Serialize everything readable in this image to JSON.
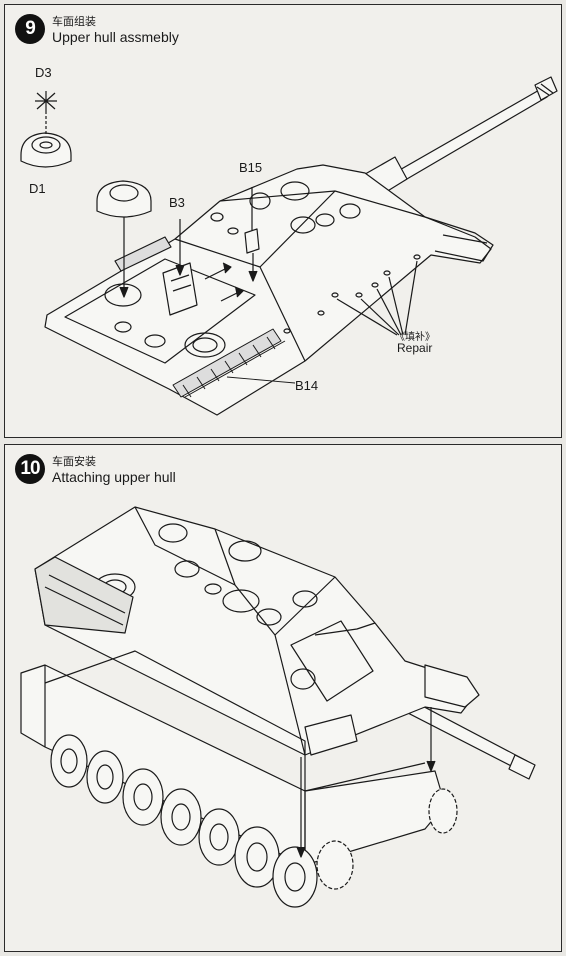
{
  "steps": [
    {
      "number": "9",
      "title_zh": "车面组装",
      "title_en": "Upper hull assmebly",
      "parts": {
        "d3": "D3",
        "d1": "D1",
        "b3": "B3",
        "b15": "B15",
        "b14": "B14"
      },
      "repair": {
        "zh": "《填补》",
        "en": "Repair"
      }
    },
    {
      "number": "10",
      "title_zh": "车面安装",
      "title_en": "Attaching upper hull"
    }
  ],
  "colors": {
    "ink": "#1a1a1a",
    "paper": "#f1f0ec",
    "badge": "#111111"
  },
  "icons": [
    "step-number-badge",
    "assembly-arrow-icon"
  ]
}
